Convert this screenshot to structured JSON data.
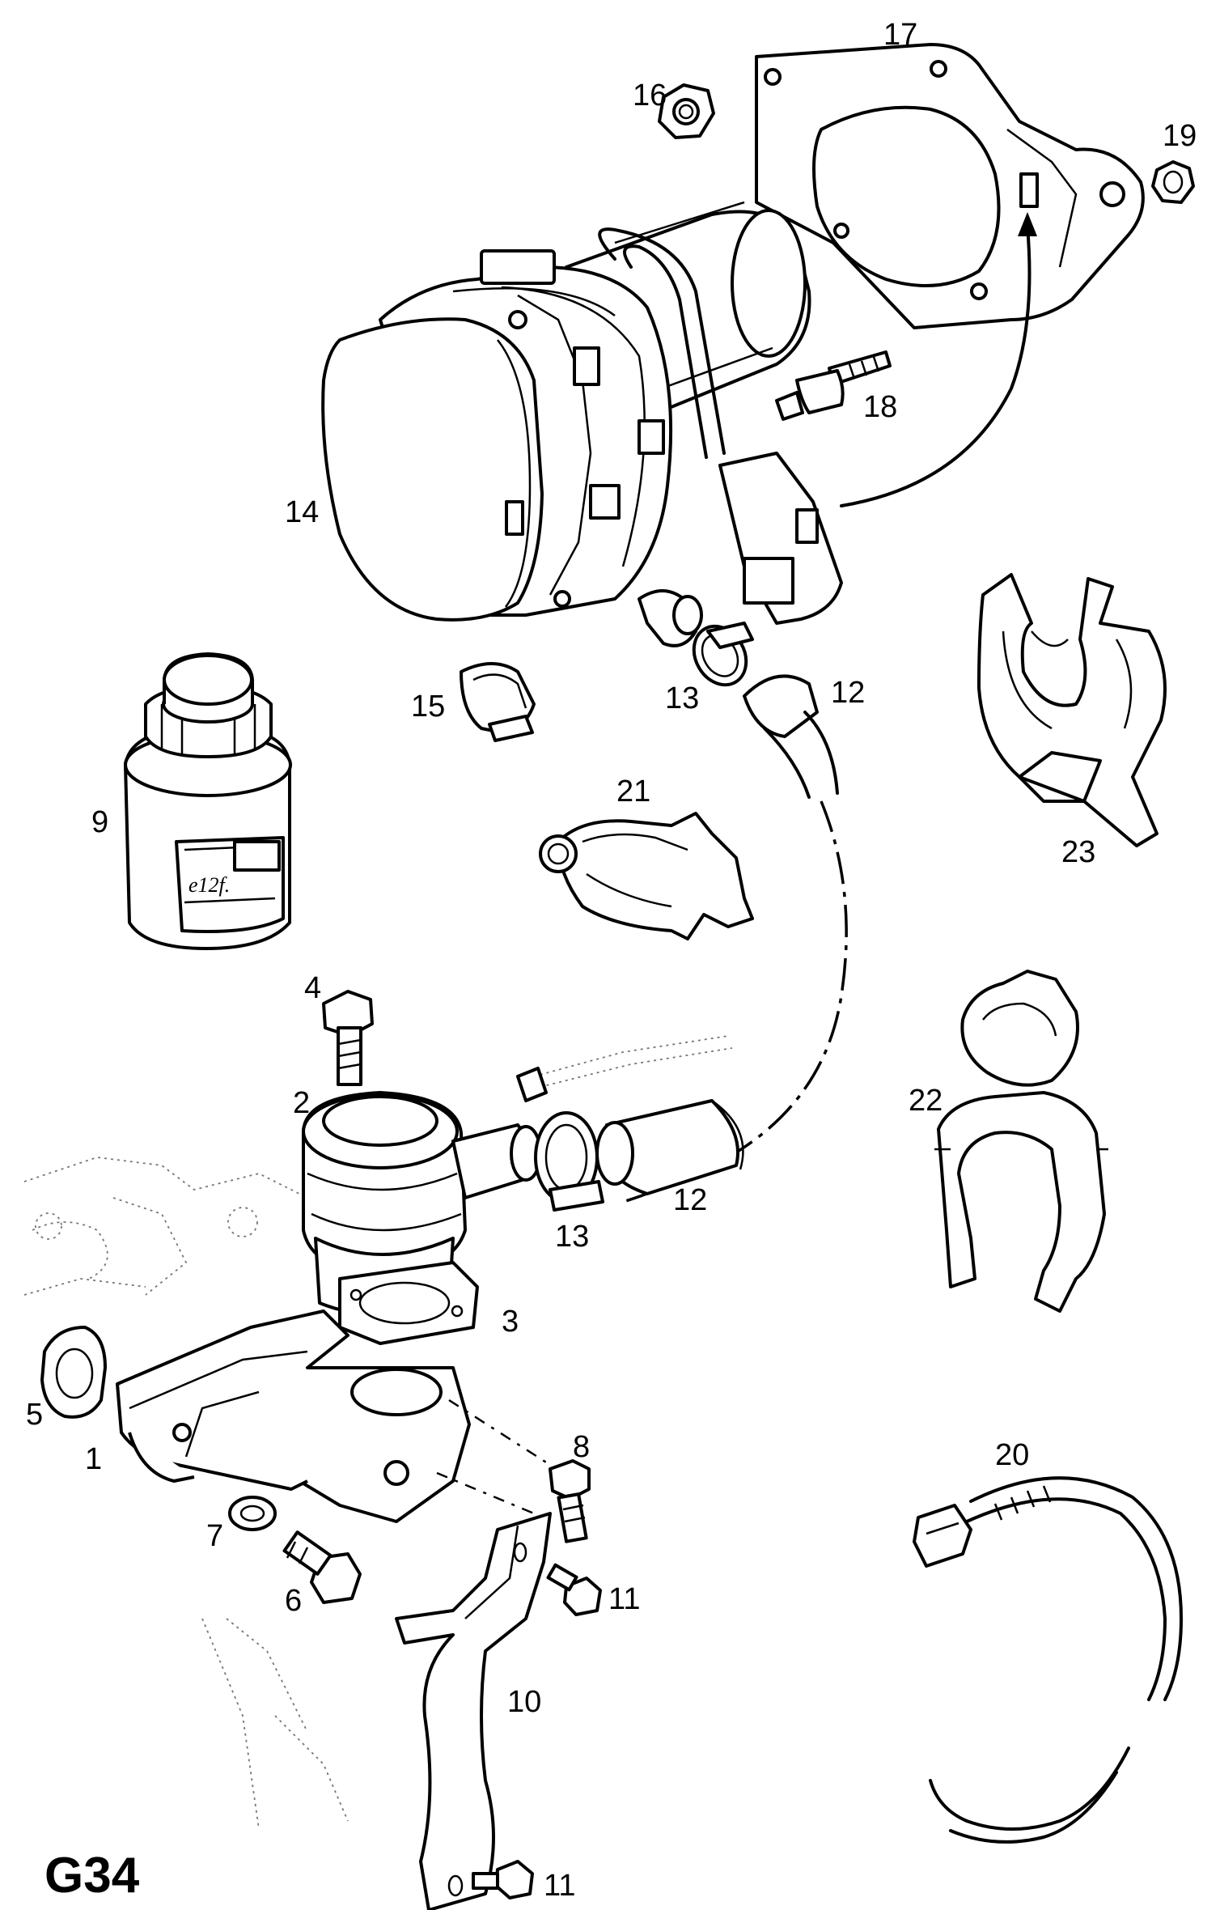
{
  "diagram": {
    "code": "G34",
    "callouts": {
      "c1": "1",
      "c2": "2",
      "c3": "3",
      "c4": "4",
      "c5": "5",
      "c6": "6",
      "c7": "7",
      "c8": "8",
      "c9": "9",
      "c10": "10",
      "c11a": "11",
      "c11b": "11",
      "c12a": "12",
      "c12b": "12",
      "c13a": "13",
      "c13b": "13",
      "c14": "14",
      "c15": "15",
      "c16": "16",
      "c17": "17",
      "c18": "18",
      "c19": "19",
      "c20": "20",
      "c21": "21",
      "c22": "22",
      "c23": "23"
    },
    "label_text": {
      "jar_text": "e12f."
    }
  }
}
